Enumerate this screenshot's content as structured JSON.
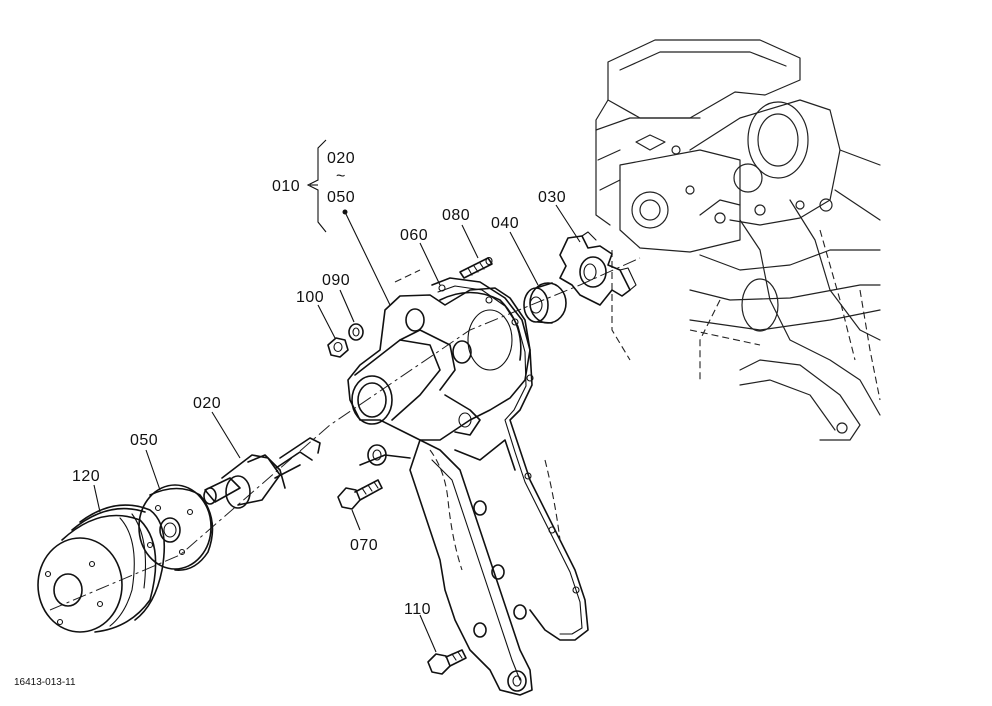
{
  "figure_ref": "16413-013-11",
  "group_callout": {
    "label": "010",
    "range_from": "020",
    "range_sep": "~",
    "range_to": "050"
  },
  "callouts": [
    {
      "id": "p020",
      "label": "020"
    },
    {
      "id": "p030",
      "label": "030"
    },
    {
      "id": "p040",
      "label": "040"
    },
    {
      "id": "p050",
      "label": "050"
    },
    {
      "id": "p060",
      "label": "060"
    },
    {
      "id": "p070",
      "label": "070"
    },
    {
      "id": "p080",
      "label": "080"
    },
    {
      "id": "p090",
      "label": "090"
    },
    {
      "id": "p100",
      "label": "100"
    },
    {
      "id": "p110",
      "label": "110"
    },
    {
      "id": "p120",
      "label": "120"
    }
  ]
}
